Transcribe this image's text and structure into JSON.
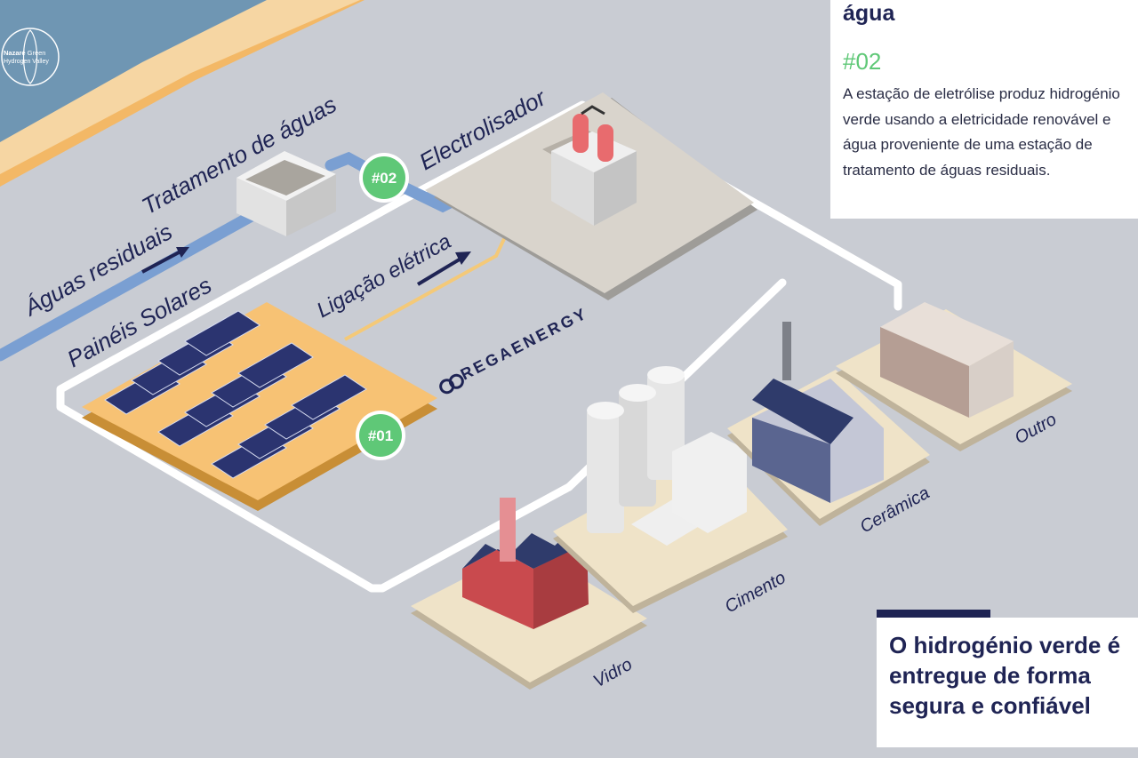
{
  "logo": {
    "line1_bold": "Nazaré",
    "line1_rest": "Green",
    "line2": "Hydrogen Valley"
  },
  "labels": {
    "waste_water": "Águas residuais",
    "water_treatment": "Tratamento de águas",
    "electrolyzer": "Electrolisador",
    "solar_panels": "Painéis Solares",
    "electric_link": "Ligação elétrica",
    "brand": "REGAENERGY",
    "glass": "Vidro",
    "cement": "Cimento",
    "ceramic": "Cerâmica",
    "other": "Outro"
  },
  "badges": {
    "solar": "#01",
    "electrolysis": "#02"
  },
  "info": {
    "title": "água",
    "step": "#02",
    "body": "A estação de eletrólise produz hidrogénio verde usando a eletricidade renovável e água proveniente de uma estação de tratamento de águas residuais."
  },
  "delivery": {
    "text": "O hidrogénio verde é entregue de forma segura e confiável"
  },
  "colors": {
    "ground": "#c9ccd3",
    "navy": "#1f2454",
    "badge_green": "#5fc877",
    "water_blue": "#7a9fd2",
    "sand": "#f2c27a",
    "pad": "#efe3c8",
    "solar_base": "#f7c274"
  }
}
